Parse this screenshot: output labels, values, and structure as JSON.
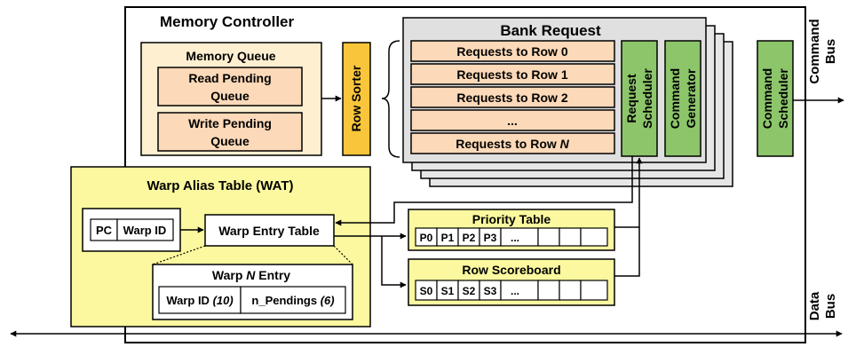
{
  "colors": {
    "memory_queue_fill": "#fdefd0",
    "queue_item_fill": "#fcd9b8",
    "row_sorter_fill": "#f9c53a",
    "bank_fill": "#e0e0e0",
    "request_row_fill": "#fcd9b8",
    "scheduler_green": "#8cc56a",
    "wat_fill": "#fbf89f",
    "table_fill": "#fbf89f"
  },
  "memory_controller": {
    "title": "Memory Controller"
  },
  "memory_queue": {
    "title": "Memory Queue",
    "read_line1": "Read Pending",
    "read_line2": "Queue",
    "write_line1": "Write Pending",
    "write_line2": "Queue"
  },
  "row_sorter": {
    "label": "Row Sorter"
  },
  "bank_request": {
    "title": "Bank Request",
    "rows": [
      "Requests to Row 0",
      "Requests to Row 1",
      "Requests to Row 2",
      "...",
      "Requests to Row "
    ],
    "last_row_suffix": "N",
    "request_scheduler_line1": "Request",
    "request_scheduler_line2": "Scheduler",
    "command_generator_line1": "Command",
    "command_generator_line2": "Generator"
  },
  "command_scheduler": {
    "line1": "Command",
    "line2": "Scheduler"
  },
  "command_bus": {
    "line1": "Command",
    "line2": "Bus"
  },
  "data_bus": {
    "line1": "Data",
    "line2": "Bus"
  },
  "wat": {
    "title": "Warp Alias Table (WAT)",
    "pc": "PC",
    "warp_id": "Warp ID",
    "warp_entry_table": "Warp Entry Table",
    "entry_title_prefix": "Warp ",
    "entry_title_n": "N",
    "entry_title_suffix": " Entry",
    "entry_field1_label": "Warp ID ",
    "entry_field1_bits": "(10)",
    "entry_field2_label": "n_Pendings ",
    "entry_field2_bits": "(6)"
  },
  "priority_table": {
    "title": "Priority Table",
    "cells": [
      "P0",
      "P1",
      "P2",
      "P3",
      "..."
    ]
  },
  "row_scoreboard": {
    "title": "Row Scoreboard",
    "cells": [
      "S0",
      "S1",
      "S2",
      "S3",
      "..."
    ]
  }
}
